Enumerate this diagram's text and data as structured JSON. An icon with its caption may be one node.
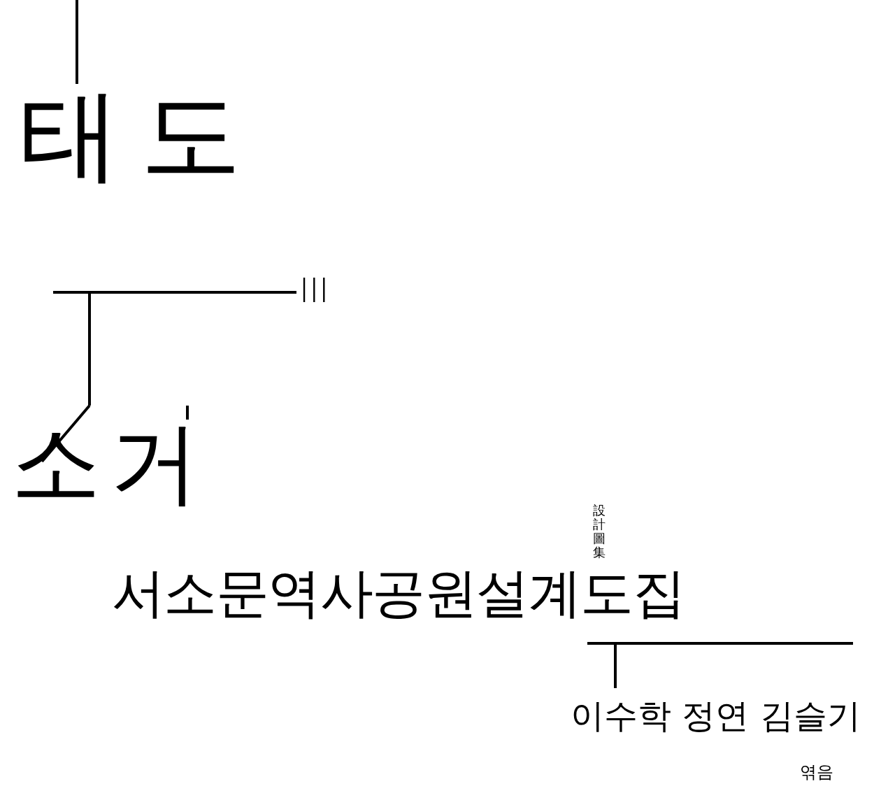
{
  "diagram": {
    "labels": [
      "태도",
      "III",
      "소거",
      "서소문역사공원설계도집",
      "設計圖集",
      "이수학 정연 김슬기",
      "엮음"
    ]
  }
}
